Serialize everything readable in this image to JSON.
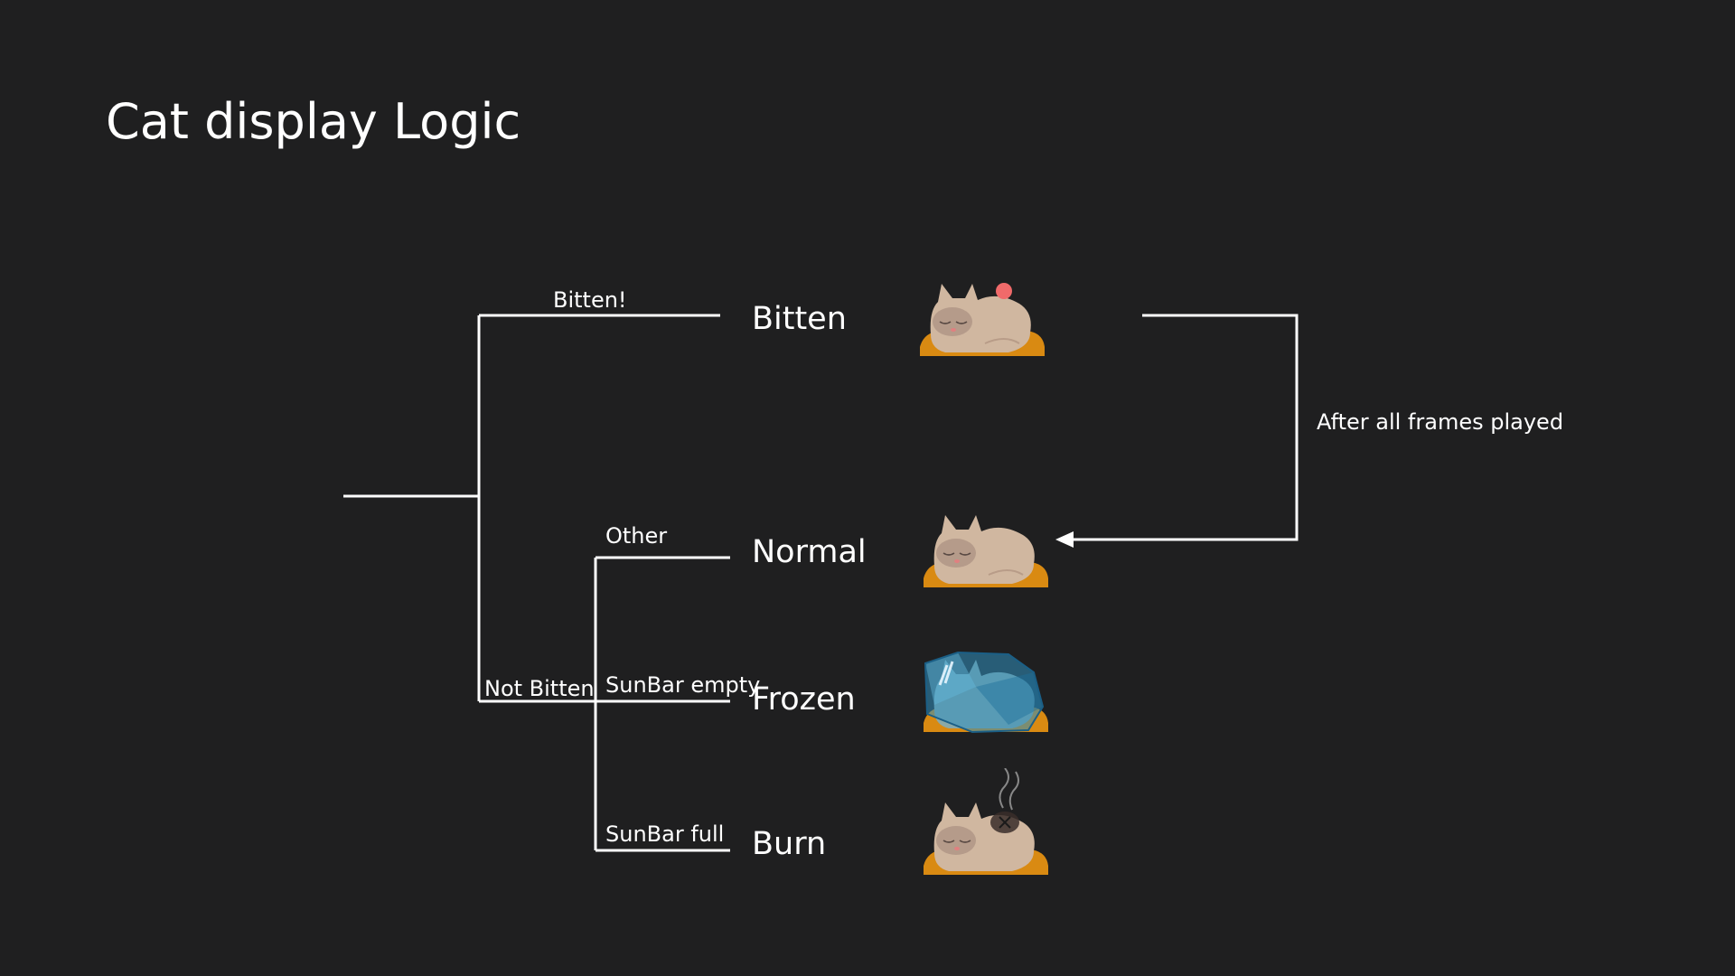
{
  "title": "Cat display Logic",
  "edges": {
    "bitten": "Bitten!",
    "not_bitten": "Not Bitten",
    "other": "Other",
    "sunbar_empty": "SunBar empty",
    "sunbar_full": "SunBar full",
    "after_frames": "After all frames played"
  },
  "states": {
    "bitten": "Bitten",
    "normal": "Normal",
    "frozen": "Frozen",
    "burn": "Burn"
  },
  "colors": {
    "background": "#1f1f20",
    "line": "#ffffff",
    "cat_fur": "#d0b7a0",
    "cushion": "#d98a12",
    "bite_mark": "#f06a6a",
    "ice": "#2f8fc0"
  }
}
